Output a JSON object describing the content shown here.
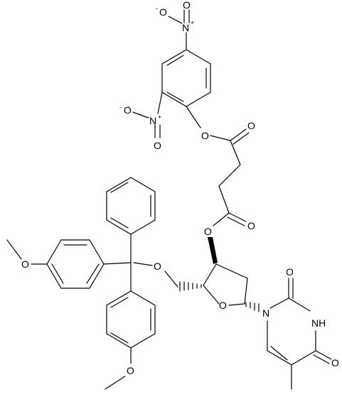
{
  "diagram": {
    "type": "structural-formula",
    "labels": {
      "nitro_top_n": "N",
      "nitro_top_o_minus": "O",
      "nitro_top_o": "O",
      "nitro_ortho_n": "N",
      "nitro_ortho_o_minus": "O",
      "nitro_ortho_o": "O",
      "ester_aryl_o": "O",
      "ester_carbonyl_o1": "O",
      "ester_carbonyl_o2": "O",
      "ester_sugar_o": "O",
      "trityl_ether_o": "O",
      "methoxy_left_o": "O",
      "methoxy_bottom_o": "O",
      "ring_o": "O",
      "thymine_n1": "N",
      "thymine_nh": "NH",
      "thymine_o2": "O",
      "thymine_o4": "O"
    },
    "charges": {
      "plus": "+",
      "minus": "-"
    }
  }
}
